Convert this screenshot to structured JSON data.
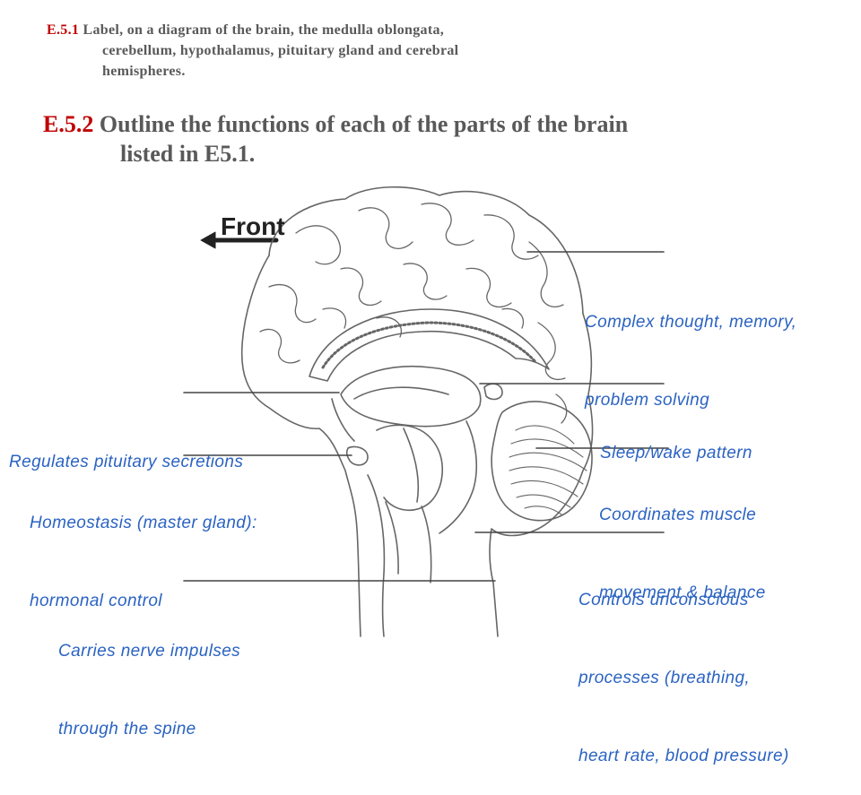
{
  "objective_1": {
    "code": "E.5.1",
    "line1": "Label, on a diagram of the brain, the medulla oblongata,",
    "line2": "cerebellum, hypothalamus, pituitary gland and cerebral",
    "line3": "hemispheres."
  },
  "objective_2": {
    "code": "E.5.2",
    "line1": "Outline the functions of each of the parts of the brain",
    "line2": "listed in E5.1."
  },
  "diagram": {
    "direction_label": "Front"
  },
  "functions": {
    "cerebral_hemispheres": {
      "line1": "Complex thought, memory,",
      "line2": "problem solving"
    },
    "hypothalamus": {
      "line1": "Regulates pituitary secretions"
    },
    "pineal": {
      "line1": "Sleep/wake pattern"
    },
    "pituitary": {
      "line1": "Homeostasis (master gland):",
      "line2": "hormonal control"
    },
    "cerebellum": {
      "line1": "Coordinates muscle",
      "line2": "movement & balance"
    },
    "medulla": {
      "line1": "Controls unconscious",
      "line2": "processes (breathing,",
      "line3": "heart rate, blood pressure)"
    },
    "spinal_cord": {
      "line1": "Carries nerve impulses",
      "line2": "through the spine"
    }
  },
  "colors": {
    "objective_code": "#c00000",
    "objective_text": "#595959",
    "function_text": "#2b63c2",
    "diagram_stroke": "#666666"
  }
}
